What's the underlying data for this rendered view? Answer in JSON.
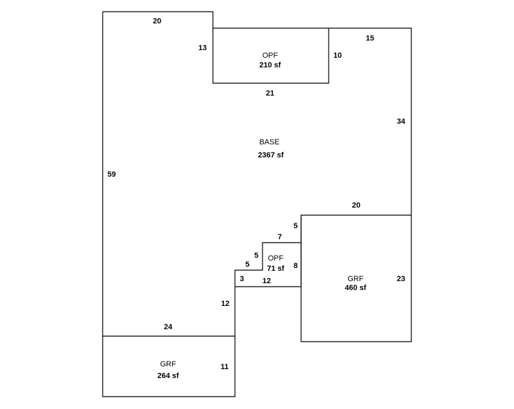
{
  "areas": {
    "base": {
      "name": "BASE",
      "size": "2367 sf"
    },
    "opf_top": {
      "name": "OPF",
      "size": "210 sf"
    },
    "opf_mid": {
      "name": "OPF",
      "size": "71 sf"
    },
    "grf_right": {
      "name": "GRF",
      "size": "460 sf"
    },
    "grf_bottom": {
      "name": "GRF",
      "size": "264 sf"
    }
  },
  "dimensions": {
    "top_left": "20",
    "top_right": "15",
    "opf_left": "13",
    "opf_right": "10",
    "opf_bottom": "21",
    "right_upper": "34",
    "left": "59",
    "grf_top": "20",
    "step_5_upper": "5",
    "step_7": "7",
    "step_5_mid": "5",
    "step_5_lower": "5",
    "opf_mid_right": "8",
    "step_3": "3",
    "step_12": "12",
    "grf_right_side": "23",
    "left_12": "12",
    "grf_bottom_top": "24",
    "grf_bottom_right": "11"
  }
}
